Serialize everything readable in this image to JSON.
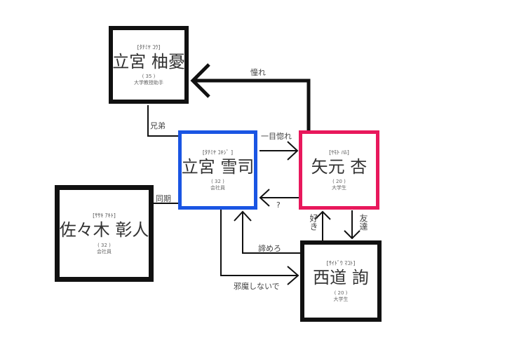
{
  "characters": {
    "kou": {
      "kana": "[ﾀﾁﾐﾔ ｺｳ]",
      "name": "立宮 柚憂",
      "age": "( 35 )",
      "job": "大学教授助手"
    },
    "yukiji": {
      "kana": "[ﾀﾁﾐﾔ ｺｷｼﾞ ]",
      "name": "立宮 雪司",
      "age": "( 32 )",
      "job": "会社員",
      "color": "#1a55e3"
    },
    "haru": {
      "kana": "[ﾔﾓﾄ ﾊﾙ]",
      "name": "矢元 杏",
      "age": "( 20 )",
      "job": "大学生",
      "color": "#e8185c"
    },
    "akito": {
      "kana": "[ｻｻｷ ｱｷﾄ]",
      "name": "佐々木 彰人",
      "age": "( 32 )",
      "job": "会社員"
    },
    "makoto": {
      "kana": "[ｻｲﾄﾞｳ ﾏｺﾄ]",
      "name": "西道 詢",
      "age": "( 20 )",
      "job": "大学生"
    }
  },
  "relations": {
    "admire": "憧れ",
    "brothers": "兄弟",
    "love_at_first_sight": "一目惚れ",
    "question": "?",
    "same_year": "同期",
    "like": "好き",
    "friend": "友達",
    "give_up": "諦めろ",
    "dont_interfere": "邪魔しないで"
  }
}
